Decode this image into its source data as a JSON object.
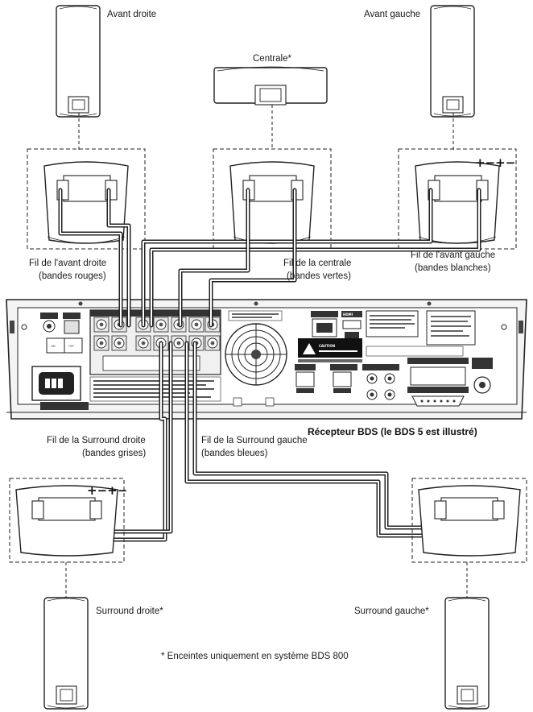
{
  "labels": {
    "front_right": "Avant droite",
    "front_left": "Avant gauche",
    "center": "Centrale*",
    "wire_front_right_1": "Fil de l'avant droite",
    "wire_front_right_2": "(bandes rouges)",
    "wire_center_1": "Fil de la centrale",
    "wire_center_2": "(bandes vertes)",
    "wire_front_left_1": "Fil de l'avant gauche",
    "wire_front_left_2": "(bandes blanches)",
    "receiver": "Récepteur BDS (le BDS 5 est illustré)",
    "wire_surround_right_1": "Fil de la Surround droite",
    "wire_surround_right_2": "(bandes grises)",
    "wire_surround_left_1": "Fil de la Surround gauche",
    "wire_surround_left_2": "(bandes bleues)",
    "surround_right": "Surround droite*",
    "surround_left": "Surround gauche*",
    "footnote": "* Enceintes uniquement en système BDS 800"
  },
  "polarity": "+−+−",
  "panel": {
    "power_on": "ON",
    "power_off": "OFF",
    "caution": "CAUTION",
    "hdmi": "HDMI"
  },
  "colors": {
    "line": "#222222",
    "wire": "#3a3a3a",
    "receiver_body": "#d9d9d9",
    "receiver_dark": "#2a2a2a"
  }
}
